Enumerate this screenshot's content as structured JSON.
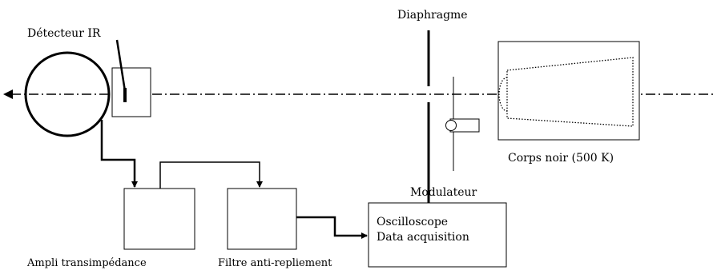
{
  "labels": {
    "detector": "Détecteur IR",
    "diaphragm": "Diaphragme",
    "blackbody": "Corps noir (500 K)",
    "modulator": "Modulateur",
    "amplifier": "Ampli transimpédance",
    "filter": "Filtre anti-repliement",
    "scope_line1": "Oscilloscope",
    "scope_line2": "Data acquisition"
  }
}
